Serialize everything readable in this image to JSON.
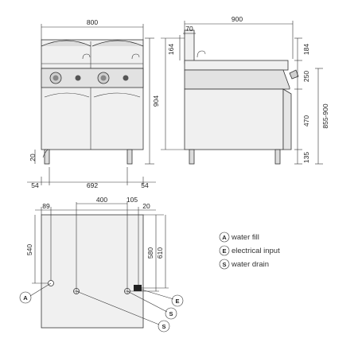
{
  "front_view": {
    "width_label": "800",
    "height_label": "904",
    "leg_height_label": "20",
    "left_offset_label": "54",
    "inner_width_label": "692",
    "right_offset_label": "54"
  },
  "side_view": {
    "depth_label": "900",
    "backsplash_label": "70",
    "back_height_label": "164",
    "top_height_label": "184",
    "panel_height_label": "250",
    "cabinet_height_label": "470",
    "overall_height_label": "855-900",
    "foot_height_label": "135"
  },
  "plan_view": {
    "fill_x_label": "89",
    "drain_a_x_label": "400",
    "drain_b_x_label": "105",
    "electric_x_label": "20",
    "fill_y_label": "540",
    "drain_y_label": "580",
    "electric_y_label": "610",
    "callout_fill": "A",
    "callout_electric": "E",
    "callout_drain_1": "S",
    "callout_drain_2": "S"
  },
  "legend": [
    {
      "letter": "A",
      "text": "water fill"
    },
    {
      "letter": "E",
      "text": "electrical input"
    },
    {
      "letter": "S",
      "text": "water drain"
    }
  ],
  "colors": {
    "body_fill": "#f0f0f0",
    "panel_fill": "#e2e2e2",
    "line": "#333333"
  }
}
